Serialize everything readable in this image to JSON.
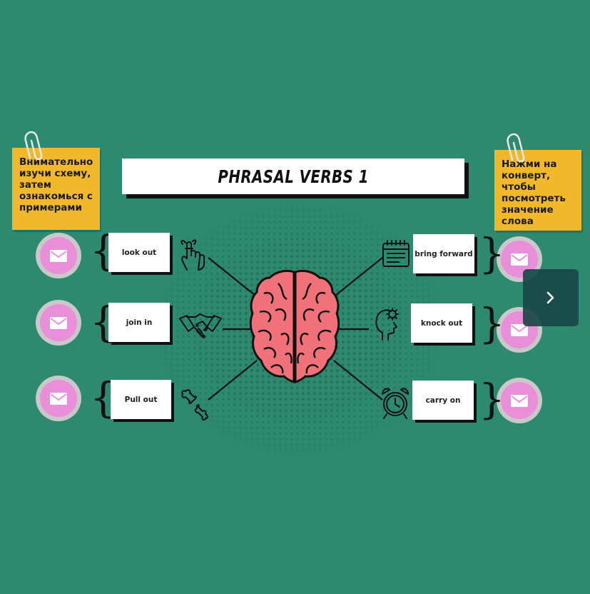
{
  "title": "PHRASAL VERBS 1",
  "left_note": [
    "Внимательно",
    "изучи схему,",
    "затем",
    "ознакомься с",
    "примерами"
  ],
  "right_note": [
    "Нажми на",
    "конверт,",
    "чтобы",
    "посмотреть",
    "значение",
    "слова"
  ],
  "left_verbs": [
    "look out",
    "join in",
    "Pull out"
  ],
  "right_verbs": [
    "bring forward",
    "knock out",
    "carry on"
  ],
  "icons": {
    "left": [
      "finger-string-icon",
      "handshake-icon",
      "bone-icon"
    ],
    "right": [
      "calendar-icon",
      "head-gear-icon",
      "alarm-clock-icon"
    ],
    "envelope": "envelope-icon",
    "next": "chevron-right-icon"
  },
  "colors": {
    "background": "#2e8a6e",
    "note": "#f2b82b",
    "envelope": "#e98fd9",
    "brain": "#f0717a"
  }
}
